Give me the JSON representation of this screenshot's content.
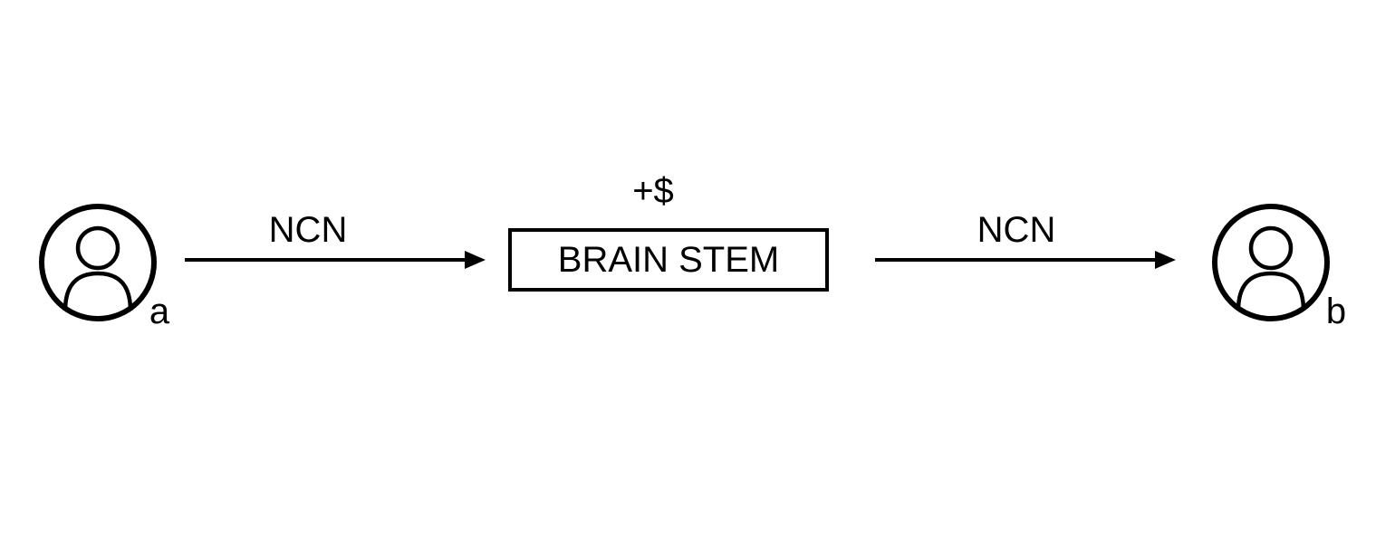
{
  "person_a": {
    "label": "a"
  },
  "person_b": {
    "label": "b"
  },
  "arrow_left": {
    "label": "NCN"
  },
  "arrow_right": {
    "label": "NCN"
  },
  "center_box": {
    "label": "BRAIN STEM",
    "annotation": "+$"
  }
}
